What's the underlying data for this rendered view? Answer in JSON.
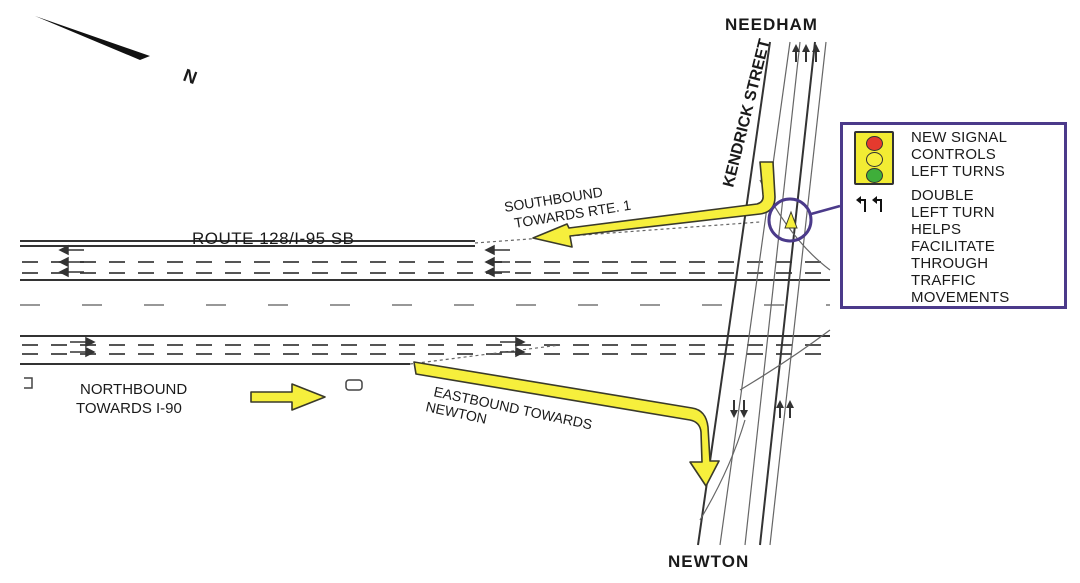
{
  "labels": {
    "needham": "NEEDHAM",
    "newton": "NEWTON",
    "kendrick": "KENDRICK STREET",
    "north": "N",
    "route": "ROUTE 128/I-95 SB",
    "southbound_1": "SOUTHBOUND",
    "southbound_2": "TOWARDS RTE. 1",
    "northbound_1": "NORTHBOUND",
    "northbound_2": "TOWARDS I-90",
    "eastbound_1": "EASTBOUND TOWARDS",
    "eastbound_2": "NEWTON"
  },
  "legend": {
    "signal_lines": [
      "NEW SIGNAL",
      "CONTROLS",
      "LEFT TURNS"
    ],
    "double_left_lines": [
      "DOUBLE",
      "LEFT TURN",
      "HELPS",
      "FACILITATE",
      "THROUGH",
      "TRAFFIC",
      "MOVEMENTS"
    ]
  },
  "colors": {
    "arrow_fill": "#f6ef3c",
    "legend_border": "#4b3a8a",
    "signal_red": "#e53a2e",
    "signal_yellow": "#f6ef3c",
    "signal_green": "#3fae3a"
  }
}
